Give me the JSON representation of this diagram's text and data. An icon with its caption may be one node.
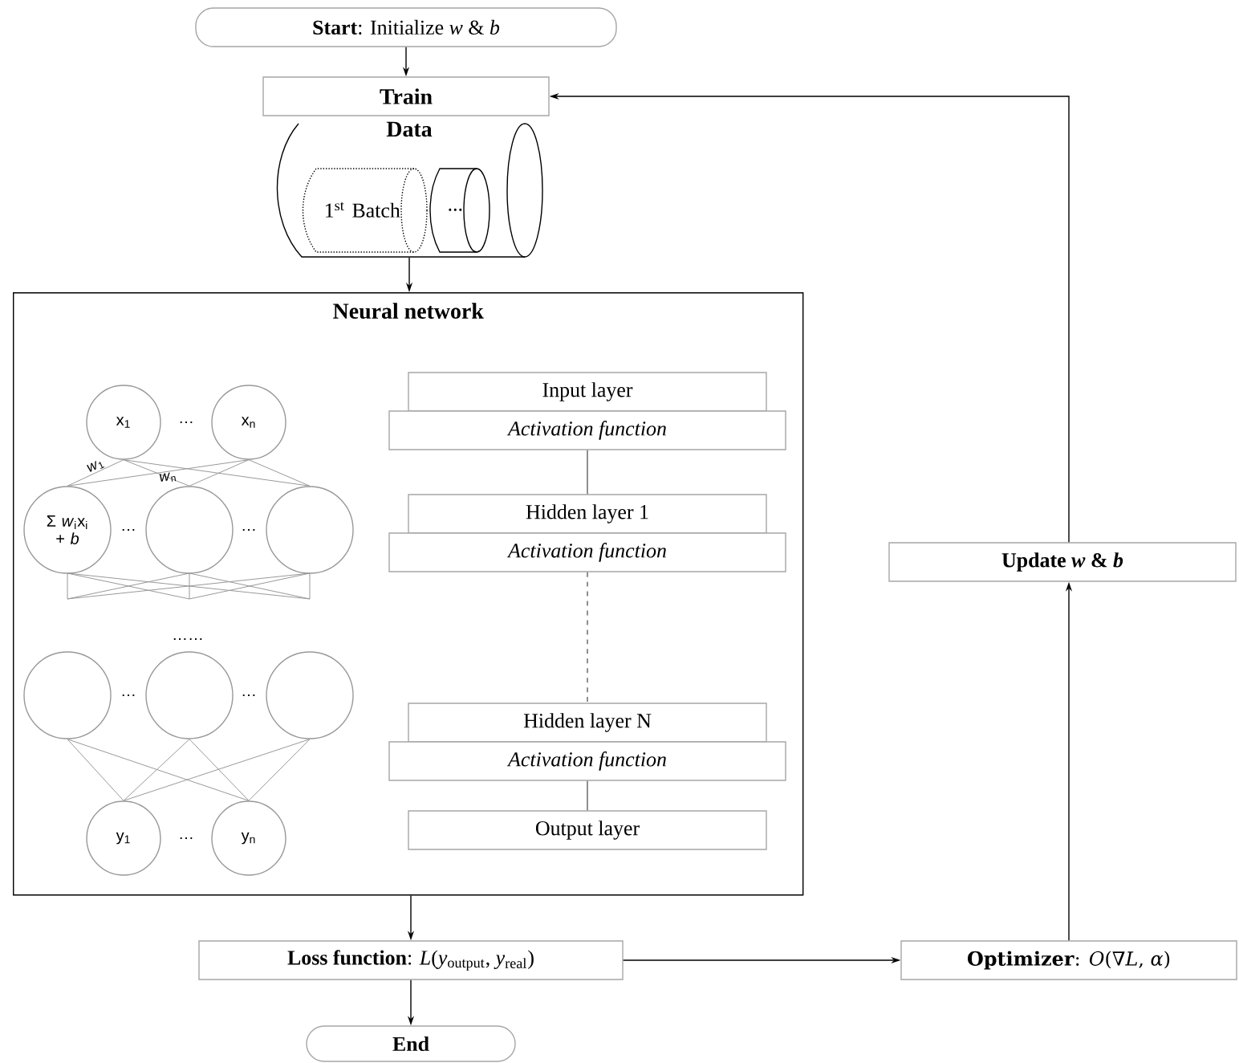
{
  "diagram": {
    "nodes": [
      {
        "text": [
          "**Start**: Initialize *w* & *b*"
        ]
      },
      {
        "text": [
          "Train"
        ]
      },
      {
        "text": [
          "Data"
        ]
      },
      {
        "text": [
          "1$^{st}$ Batch"
        ],
        "in": 2
      },
      {
        "text": [
          "..."
        ],
        "in": 2
      },
      {
        "text": [
          "Neural network"
        ]
      },
      {
        "text": [
          "x$_{1}$"
        ],
        "in": 5
      },
      {
        "text": [
          "x$_{n}$"
        ],
        "in": 5
      },
      {
        "text": [
          "Σ *w*$_{i}$x$_{i}$ + *b*"
        ],
        "in": 5
      },
      {
        "text": [],
        "shape": "circle",
        "in": 5
      },
      {
        "text": [],
        "shape": "circle",
        "in": 5
      },
      {
        "text": [],
        "shape": "circle",
        "in": 5
      },
      {
        "text": [],
        "shape": "circle",
        "in": 5
      },
      {
        "text": [],
        "shape": "circle",
        "in": 5
      },
      {
        "text": [
          "y$_{1}$"
        ],
        "in": 5
      },
      {
        "text": [
          "y$_{n}$"
        ],
        "in": 5
      },
      {
        "text": [
          "Input layer"
        ],
        "in": 5
      },
      {
        "text": [
          "Activation function"
        ],
        "in": 5
      },
      {
        "text": [
          "Hidden layer 1"
        ],
        "in": 5
      },
      {
        "text": [
          "Activation function"
        ],
        "in": 5
      },
      {
        "text": [
          "Hidden layer N"
        ],
        "in": 5
      },
      {
        "text": [
          "Activation function"
        ],
        "in": 5
      },
      {
        "text": [
          "Output layer"
        ],
        "in": 5
      },
      {
        "text": [
          "**Loss function**: *L*(*y*$_{output}$, *y*$_{real}$)"
        ]
      },
      {
        "text": [
          "End"
        ]
      },
      {
        "text": [
          "**Optimizer**: *O*(∇*L*, *α*)"
        ]
      },
      {
        "text": [
          "Update *w* & *b*"
        ]
      }
    ],
    "edges": [
      {
        "from": 0,
        "to": 1,
        "arrow": "to",
        "color": "#000000"
      },
      {
        "from": 2,
        "to": 5,
        "arrow": "to",
        "color": "#000000"
      },
      {
        "from": 6,
        "to": 8,
        "arrow": "none",
        "label": "*w*$_{1}$"
      },
      {
        "from": 6,
        "to": 9,
        "arrow": "none"
      },
      {
        "from": 6,
        "to": 10,
        "arrow": "none"
      },
      {
        "from": 7,
        "to": 8,
        "arrow": "none",
        "label": "*w*$_{n}$"
      },
      {
        "from": 7,
        "to": 9,
        "arrow": "none"
      },
      {
        "from": 7,
        "to": 10,
        "arrow": "none"
      },
      {
        "from": 11,
        "to": 14,
        "arrow": "none"
      },
      {
        "from": 11,
        "to": 15,
        "arrow": "none"
      },
      {
        "from": 12,
        "to": 14,
        "arrow": "none"
      },
      {
        "from": 12,
        "to": 15,
        "arrow": "none"
      },
      {
        "from": 13,
        "to": 14,
        "arrow": "none"
      },
      {
        "from": 13,
        "to": 15,
        "arrow": "none"
      },
      {
        "from": 17,
        "to": 18,
        "arrow": "none",
        "color": "#606060"
      },
      {
        "from": 19,
        "to": 20,
        "arrow": "none",
        "style": "dashed",
        "color": "#606060"
      },
      {
        "from": 21,
        "to": 22,
        "arrow": "none",
        "color": "#606060"
      },
      {
        "from": 5,
        "to": 23,
        "arrow": "to",
        "color": "#000000"
      },
      {
        "from": 23,
        "to": 24,
        "arrow": "to",
        "color": "#000000"
      },
      {
        "from": 23,
        "to": 25,
        "arrow": "to",
        "color": "#000000"
      },
      {
        "from": 25,
        "to": 26,
        "arrow": "to",
        "color": "#000000"
      },
      {
        "from": 26,
        "to": 1,
        "arrow": "to",
        "color": "#000000"
      }
    ],
    "labels": [
      "…",
      "…",
      "…",
      "……",
      "…",
      "…",
      "…"
    ]
  }
}
